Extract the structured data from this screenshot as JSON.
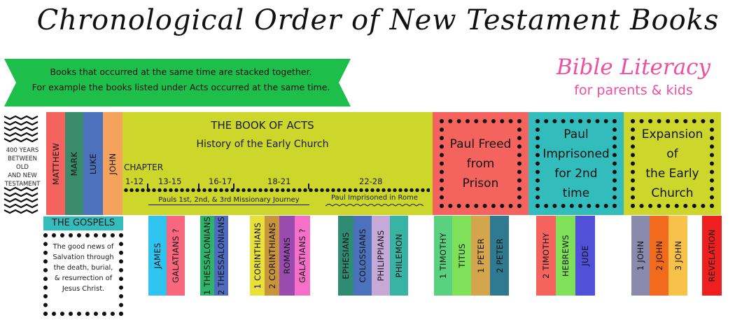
{
  "title": "Chronological Order of New Testament Books",
  "ribbon": {
    "line1": "Books that occurred at the same time are stacked together.",
    "line2": "For example the books listed under Acts occurred at the same time.",
    "color": "#1dbf4a"
  },
  "brand": {
    "name": "Bible Literacy",
    "tagline": "for parents & kids",
    "color": "#ee4fa1"
  },
  "intertestamental": {
    "line1": "400 YEARS",
    "line2": "BETWEEN OLD",
    "line3": "AND NEW",
    "line4": "TESTAMENT"
  },
  "gospels": {
    "books": [
      {
        "name": "MATTHEW",
        "color": "#f4635d"
      },
      {
        "name": "MARK",
        "color": "#3a8a6c"
      },
      {
        "name": "LUKE",
        "color": "#4c72bd"
      },
      {
        "name": "JOHN",
        "color": "#f5a25d"
      }
    ],
    "label": "THE GOSPELS",
    "desc": {
      "l1": "The good news of",
      "l2": "Salvation through",
      "l3": "the death, burial,",
      "l4": "& resurrection of",
      "l5": "Jesus Christ."
    }
  },
  "acts": {
    "title": "THE BOOK OF ACTS",
    "subtitle": "History of the Early Church",
    "chapter_label": "CHAPTER",
    "chapters": [
      "1-12",
      "13-15",
      "16-17",
      "18-21",
      "22-28"
    ],
    "journey_label": "Pauls 1st, 2nd, & 3rd Missionary Journey",
    "rome_label": "Paul Imprisoned in Rome",
    "color": "#ccd62b"
  },
  "panels": [
    {
      "line1": "Paul Freed",
      "line2": "from Prison",
      "line3": "",
      "color": "#f4635d"
    },
    {
      "line1": "Paul",
      "line2": "Imprisoned",
      "line3": "for 2nd time",
      "color": "#33bcbc"
    },
    {
      "line1": "Expansion of",
      "line2": "the Early",
      "line3": "Church",
      "color": "#ccd62b"
    }
  ],
  "bottom_books": [
    {
      "name": "JAMES",
      "color": "#2fc3f0"
    },
    {
      "name": "GALATIANS ?",
      "color": "#f9677f"
    },
    {
      "name": "1 THESSALONIANS",
      "color": "#2eb46a"
    },
    {
      "name": "2 THESSALONIANS",
      "color": "#4f6cc0"
    },
    {
      "name": "1 CORINTHIANS",
      "color": "#e8e13a"
    },
    {
      "name": "2 CORINTHIANS",
      "color": "#c8953a"
    },
    {
      "name": "ROMANS",
      "color": "#9a4bb0"
    },
    {
      "name": "GALATIANS ?",
      "color": "#f66fc8"
    },
    {
      "name": "EPHESIANS",
      "color": "#2f8c72"
    },
    {
      "name": "COLOSSIANS",
      "color": "#4c72bd"
    },
    {
      "name": "PHILIPPIANS",
      "color": "#c7a9d7"
    },
    {
      "name": "PHILEMON",
      "color": "#39b3a3"
    },
    {
      "name": "1 TIMOTHY",
      "color": "#5ad17e"
    },
    {
      "name": "TITUS",
      "color": "#7fe05a"
    },
    {
      "name": "1 PETER",
      "color": "#d4a54c"
    },
    {
      "name": "2 PETER",
      "color": "#2f7a91"
    },
    {
      "name": "2 TIMOTHY",
      "color": "#f4635d"
    },
    {
      "name": "HEBREWS",
      "color": "#80e05a"
    },
    {
      "name": "JUDE",
      "color": "#5050d8"
    },
    {
      "name": "1 JOHN",
      "color": "#8a8aac"
    },
    {
      "name": "2 JOHN",
      "color": "#f26a1c"
    },
    {
      "name": "3 JOHN",
      "color": "#f8c24a"
    },
    {
      "name": "REVELATION",
      "color": "#f01f1f"
    }
  ]
}
